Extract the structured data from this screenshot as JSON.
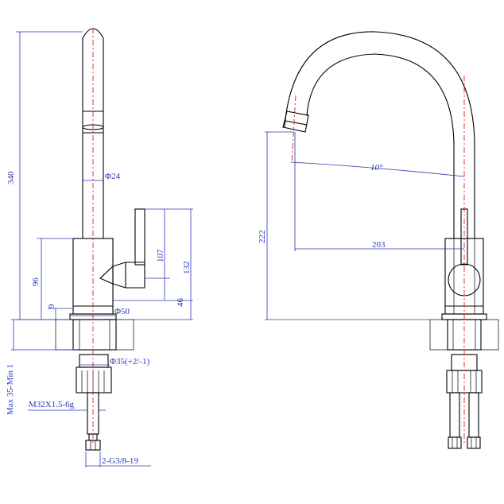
{
  "drawing": {
    "dimensions": {
      "height_total": "340",
      "spout_diameter": "Φ24",
      "lever_height": "107",
      "lever_total": "132",
      "lever_base": "46",
      "body_height": "96",
      "base_offset": "9",
      "base_diameter": "Φ50",
      "hole_diameter": "Φ35(+2/-1)",
      "deck_thickness": "Max 35-Min 1",
      "thread": "M32X1.5-6g",
      "hose_thread": "2-G3/8-19",
      "spout_angle": "10°",
      "spout_reach": "203",
      "spout_height": "222"
    }
  },
  "colors": {
    "dimension": "#2a36b5",
    "centerline": "#e02020",
    "outline": "#000000"
  }
}
